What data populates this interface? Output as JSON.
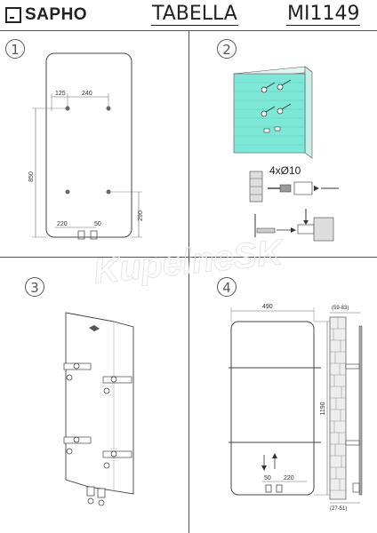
{
  "header": {
    "brand": "SAPHO",
    "product": "TABELLA",
    "code": "MI1149"
  },
  "panels": {
    "p1": {
      "step": "1",
      "dim_left": "125",
      "dim_spacing": "240",
      "dim_height": "850",
      "dim_bottom": "220",
      "dim_connect": "50",
      "dim_right": "290"
    },
    "p2": {
      "step": "2",
      "drill_label": "4xØ10"
    },
    "p3": {
      "step": "3"
    },
    "p4": {
      "step": "4",
      "dim_width": "490",
      "dim_depth_top": "(59-83)",
      "dim_height": "1190",
      "dim_connect": "50",
      "dim_bottom": "220",
      "dim_depth_bottom": "(27-51)"
    }
  },
  "watermark": "KupelneSK"
}
